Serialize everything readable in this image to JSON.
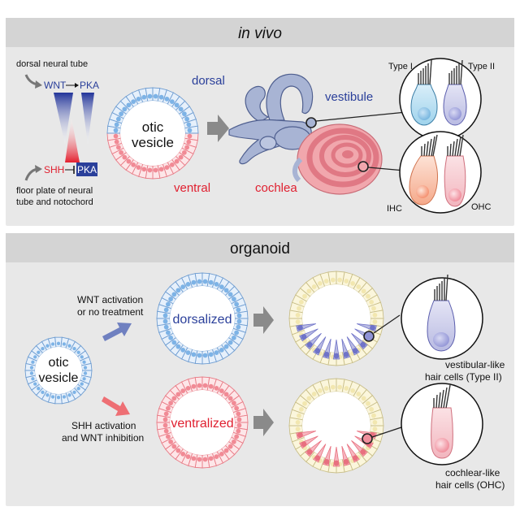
{
  "invivo": {
    "header": "in vivo",
    "dorsal_neural_tube": "dorsal neural tube",
    "wnt": "WNT",
    "pka": "PKA",
    "shh": "SHH",
    "floor_plate_line1": "floor plate of neural",
    "floor_plate_line2": "tube and notochord",
    "dorsal": "dorsal",
    "ventral": "ventral",
    "otic_line1": "otic",
    "otic_line2": "vesicle",
    "vestibule": "vestibule",
    "cochlea": "cochlea",
    "type1": "Type I",
    "type2": "Type II",
    "ihc": "IHC",
    "ohc": "OHC"
  },
  "organoid": {
    "header": "organoid",
    "otic_line1": "otic",
    "otic_line2": "vesicle",
    "wnt_act_line1": "WNT activation",
    "wnt_act_line2": "or no treatment",
    "dorsalized": "dorsalized",
    "shh_act_line1": "SHH activation",
    "shh_act_line2": "and WNT inhibition",
    "ventralized": "ventralized",
    "vest_line1": "vestibular-like",
    "vest_line2": "hair cells (Type II)",
    "coch_line1": "cochlear-like",
    "coch_line2": "hair cells (OHC)"
  },
  "colors": {
    "panel": "#e8e8e8",
    "header_bar": "#d4d4d4",
    "blue_text": "#2a3f9a",
    "red_text": "#e02030",
    "arrow_gray": "#8a8a8a",
    "arrow_blue": "#6f80c0",
    "arrow_red": "#ee6f74"
  }
}
